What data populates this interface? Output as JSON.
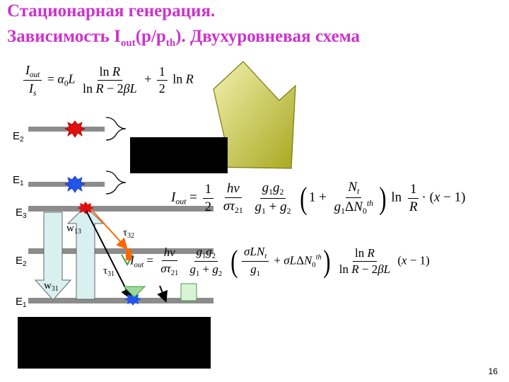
{
  "slide": {
    "title_line1": "Стационарная генерация.",
    "title_line2_prefix": "Зависимость I",
    "title_line2_sub1": "out",
    "title_line2_mid": "(p/p",
    "title_line2_sub2": "th",
    "title_line2_suffix": "). Двухуровневая схема",
    "page_number": "16"
  },
  "diagram": {
    "two_level_labels": [
      "E2",
      "E1"
    ],
    "three_level_labels": [
      "E3",
      "E2",
      "E1"
    ],
    "rates": {
      "w13": "w13",
      "w31": "w31",
      "tau32": "τ32",
      "tau31": "τ31"
    }
  },
  "colors": {
    "title": "#cc33cc",
    "level_bar": "#8c8c8c",
    "red_atom": "#e01010",
    "blue_atom": "#2255ee",
    "pump_arrow": "#d8f0f0",
    "big_arrow": "#c8c832",
    "decay_arrow": "#ff6600"
  }
}
